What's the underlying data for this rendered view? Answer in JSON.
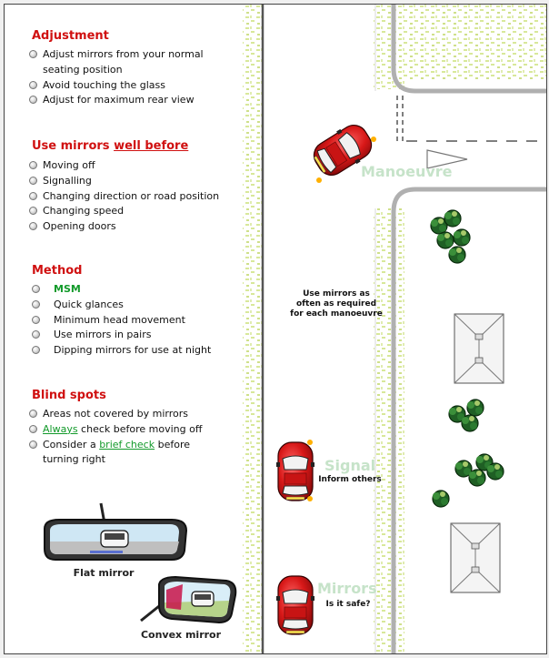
{
  "sections": {
    "adjustment": {
      "title": "Adjustment",
      "items": [
        "Adjust mirrors from your normal",
        "seating position",
        "Avoid touching the glass",
        "Adjust for maximum rear view"
      ]
    },
    "use_mirrors": {
      "title_plain": "Use mirrors ",
      "title_underlined": "well before",
      "items": [
        "Moving off",
        "Signalling",
        "Changing direction or road position",
        "Changing speed",
        "Opening doors"
      ]
    },
    "method": {
      "title": "Method",
      "items": [
        "MSM",
        "Quick glances",
        "Minimum head movement",
        "Use mirrors in pairs",
        "Dipping mirrors for use at night"
      ]
    },
    "blind_spots": {
      "title": "Blind spots",
      "item1": "Areas not covered by mirrors",
      "item2_link": "Always",
      "item2_rest": " check before moving off",
      "item3_pre": "Consider a ",
      "item3_link": "brief check",
      "item3_post": " before",
      "item3_line2": "turning right"
    }
  },
  "mirrors": {
    "flat_caption": "Flat mirror",
    "convex_caption": "Convex mirror"
  },
  "scene": {
    "manoeuvre_label": "Manoeuvre",
    "signal_label": "Signal",
    "mirrors_label": "Mirrors",
    "center_note": [
      "Use mirrors as",
      "often as required",
      "for each manoeuvre"
    ],
    "signal_note": "Inform others",
    "mirrors_note": "Is it safe?"
  },
  "colors": {
    "heading_red": "#d01010",
    "msm_green": "#129a2a",
    "car_red": "#d81818",
    "verge_green": "#d8e89a",
    "scene_label_green": "#c6e3c9",
    "road_grey": "#b0b0b0"
  },
  "icons": [
    "radio-bullet-icon",
    "red-car-icon",
    "tree-icon",
    "house-icon",
    "give-way-triangle-icon",
    "rear-view-mirror-icon"
  ]
}
